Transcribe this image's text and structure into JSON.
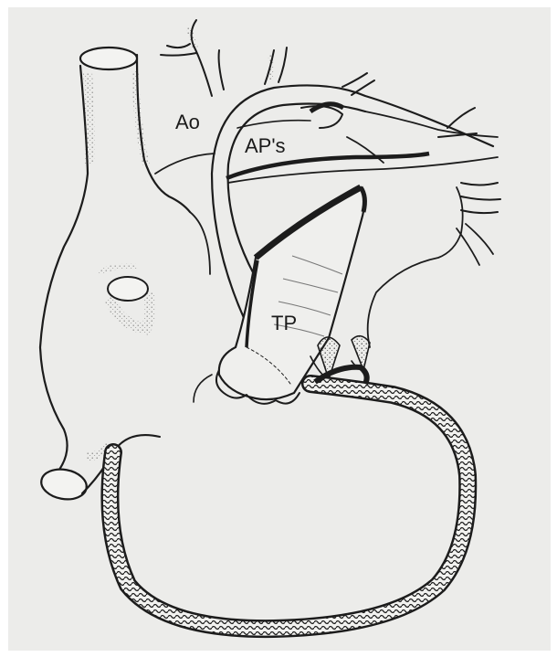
{
  "labels": {
    "ao": "Ao",
    "aps": "AP's",
    "tp": "TP"
  },
  "colors": {
    "paper": "#ececea",
    "ink": "#1c1c1c"
  }
}
